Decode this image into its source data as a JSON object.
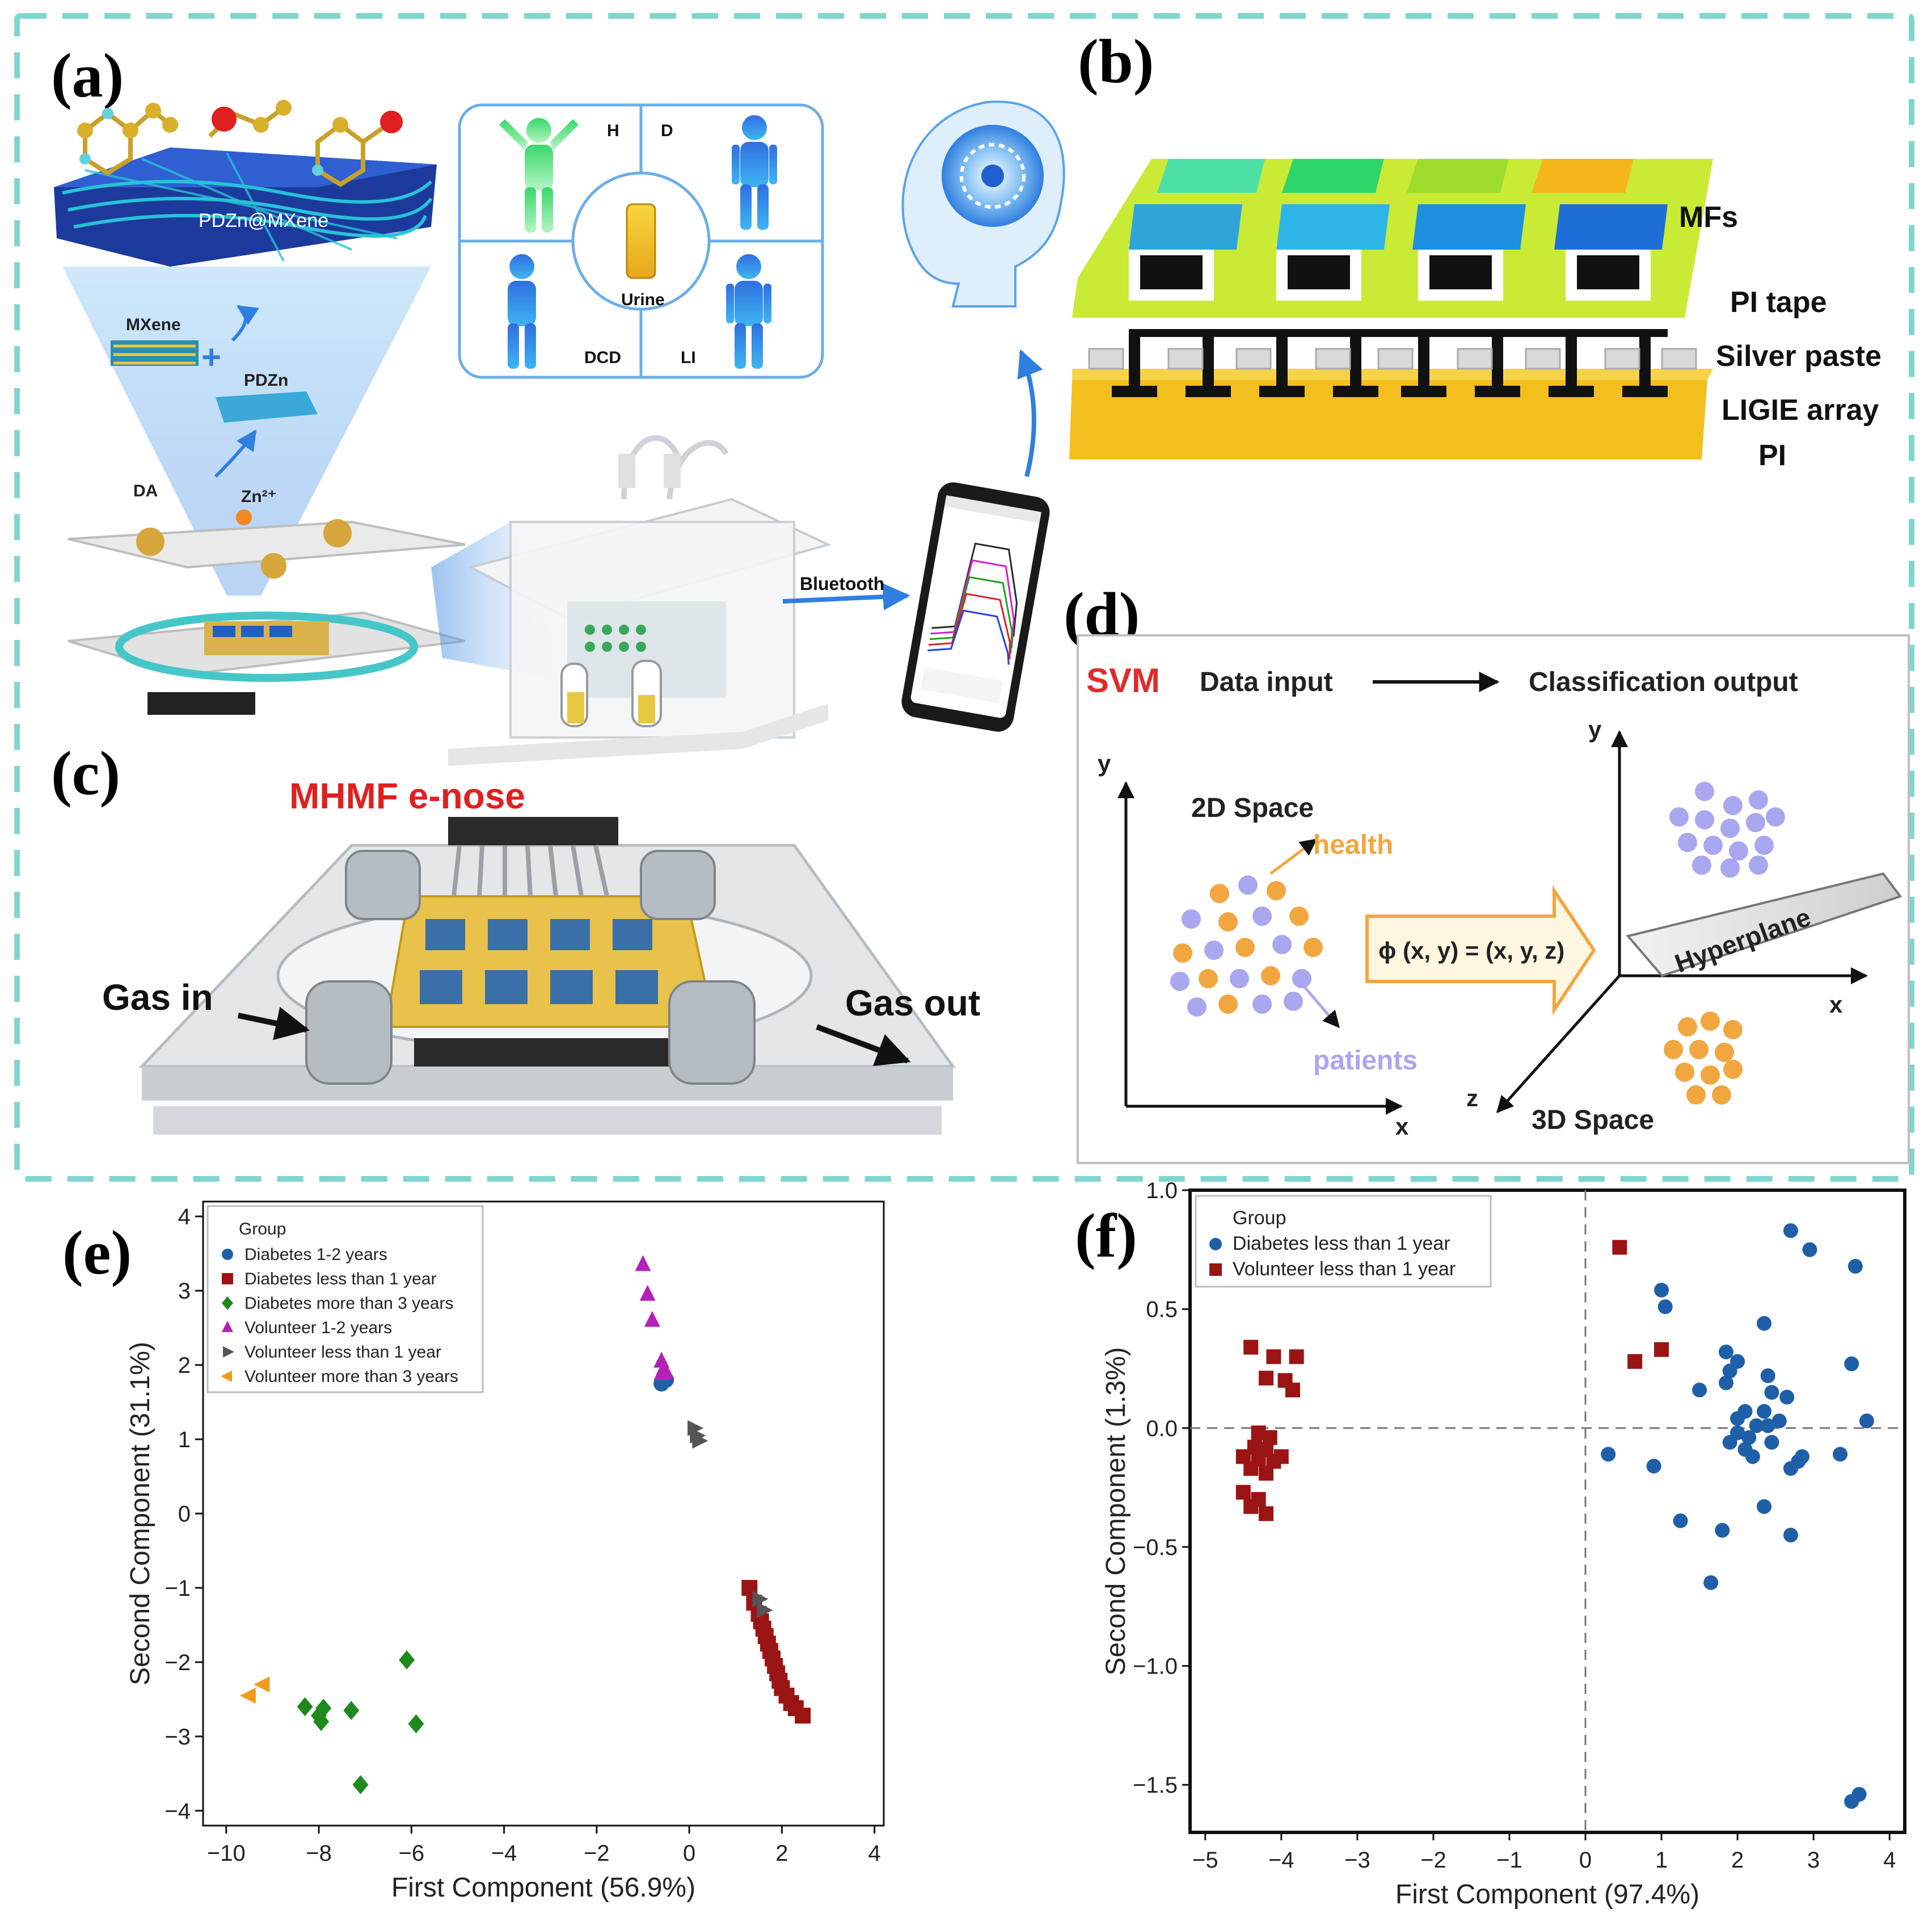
{
  "figure": {
    "panel_labels": {
      "a": "(a)",
      "b": "(b)",
      "c": "(c)",
      "d": "(d)",
      "e": "(e)",
      "f": "(f)"
    },
    "colors": {
      "dashed_border": "#7fd6cf",
      "diabetes_blue": "#1f5fa8",
      "volunteer_red": "#9b1414",
      "green": "#1e8a1e",
      "magenta": "#b321b8",
      "gray": "#555555",
      "orange": "#f29a1c",
      "svm_red": "#e02b2b",
      "health_orange": "#f2a640",
      "patient_purple": "#a9a7ef"
    }
  },
  "panel_a": {
    "material_label": "PDZn@MXene",
    "mxene": "MXene",
    "pdzn": "PDZn",
    "da": "DA",
    "zn": "Zn²⁺",
    "groups": [
      "H",
      "D",
      "DCD",
      "LI"
    ],
    "urine": "Urine",
    "bluetooth": "Bluetooth"
  },
  "panel_b": {
    "layers": [
      "MFs",
      "PI tape",
      "Silver paste",
      "LIGIE array",
      "PI"
    ]
  },
  "panel_c": {
    "title": "MHMF e-nose",
    "gas_in": "Gas in",
    "gas_out": "Gas out"
  },
  "panel_d": {
    "svm": "SVM",
    "data_input": "Data input",
    "classification_output": "Classification output",
    "space2d": "2D Space",
    "space3d": "3D Space",
    "health": "health",
    "patients": "patients",
    "mapping": "ϕ (x, y) = (x, y, z)",
    "hyperplane": "Hyperplane",
    "axis_x": "x",
    "axis_y": "y",
    "axis_z": "z"
  },
  "chart_data": [
    {
      "panel": "e",
      "type": "scatter",
      "xlabel": "First Component (56.9%)",
      "ylabel": "Second Component (31.1%)",
      "xlim": [
        -10.5,
        4.2
      ],
      "ylim": [
        -4.2,
        4.2
      ],
      "xticks": [
        -10,
        -8,
        -6,
        -4,
        -2,
        0,
        2,
        4
      ],
      "yticks": [
        -4,
        -3,
        -2,
        -1,
        0,
        1,
        2,
        3,
        4
      ],
      "legend_title": "Group",
      "legend_position": "top-left",
      "series": [
        {
          "name": "Diabetes 1-2 years",
          "marker": "circle",
          "color": "#1f5fa8",
          "points": [
            [
              -0.6,
              1.75
            ],
            [
              -0.5,
              1.8
            ]
          ]
        },
        {
          "name": "Diabetes less than 1 year",
          "marker": "square",
          "color": "#9b1414",
          "points": [
            [
              1.3,
              -1.0
            ],
            [
              1.4,
              -1.2
            ],
            [
              1.5,
              -1.35
            ],
            [
              1.55,
              -1.45
            ],
            [
              1.6,
              -1.55
            ],
            [
              1.65,
              -1.65
            ],
            [
              1.7,
              -1.75
            ],
            [
              1.75,
              -1.85
            ],
            [
              1.8,
              -1.95
            ],
            [
              1.85,
              -2.05
            ],
            [
              1.9,
              -2.15
            ],
            [
              1.95,
              -2.25
            ],
            [
              2.0,
              -2.35
            ],
            [
              2.1,
              -2.45
            ],
            [
              2.2,
              -2.55
            ],
            [
              2.3,
              -2.62
            ],
            [
              2.45,
              -2.72
            ]
          ]
        },
        {
          "name": "Diabetes more than 3 years",
          "marker": "diamond",
          "color": "#1e8a1e",
          "points": [
            [
              -6.1,
              -1.97
            ],
            [
              -8.3,
              -2.6
            ],
            [
              -7.9,
              -2.62
            ],
            [
              -7.3,
              -2.65
            ],
            [
              -8.0,
              -2.72
            ],
            [
              -7.95,
              -2.8
            ],
            [
              -5.9,
              -2.83
            ],
            [
              -7.1,
              -3.65
            ]
          ]
        },
        {
          "name": "Volunteer 1-2 years",
          "marker": "triangle-up",
          "color": "#b321b8",
          "points": [
            [
              -1.0,
              3.35
            ],
            [
              -0.9,
              2.95
            ],
            [
              -0.8,
              2.6
            ],
            [
              -0.6,
              2.05
            ],
            [
              -0.55,
              1.95
            ],
            [
              -0.6,
              1.88
            ],
            [
              -0.5,
              1.9
            ]
          ]
        },
        {
          "name": "Volunteer less than 1 year",
          "marker": "triangle-right",
          "color": "#555555",
          "points": [
            [
              0.1,
              1.15
            ],
            [
              0.15,
              1.05
            ],
            [
              0.2,
              0.98
            ],
            [
              1.5,
              -1.15
            ],
            [
              1.6,
              -1.3
            ]
          ]
        },
        {
          "name": "Volunteer more than 3 years",
          "marker": "triangle-left",
          "color": "#f29a1c",
          "points": [
            [
              -9.2,
              -2.3
            ],
            [
              -9.5,
              -2.45
            ]
          ]
        }
      ]
    },
    {
      "panel": "f",
      "type": "scatter",
      "xlabel": "First Component (97.4%)",
      "ylabel": "Second Component (1.3%)",
      "xlim": [
        -5.2,
        4.2
      ],
      "ylim": [
        -1.7,
        1.0
      ],
      "xticks": [
        -5,
        -4,
        -3,
        -2,
        -1,
        0,
        1,
        2,
        3,
        4
      ],
      "yticks": [
        1.0,
        0.5,
        0.0,
        -0.5,
        -1.0,
        -1.5
      ],
      "legend_title": "Group",
      "legend_position": "top-left",
      "reference_lines": {
        "x": 0,
        "y": 0
      },
      "series": [
        {
          "name": "Diabetes less than 1 year",
          "marker": "circle",
          "color": "#1f5fa8",
          "points": [
            [
              2.7,
              0.83
            ],
            [
              2.95,
              0.75
            ],
            [
              3.55,
              0.68
            ],
            [
              1.0,
              0.58
            ],
            [
              1.05,
              0.51
            ],
            [
              2.35,
              0.44
            ],
            [
              1.85,
              0.32
            ],
            [
              2.0,
              0.28
            ],
            [
              1.9,
              0.24
            ],
            [
              2.4,
              0.22
            ],
            [
              3.5,
              0.27
            ],
            [
              1.5,
              0.16
            ],
            [
              1.85,
              0.19
            ],
            [
              2.45,
              0.15
            ],
            [
              2.65,
              0.13
            ],
            [
              2.35,
              0.07
            ],
            [
              2.1,
              0.07
            ],
            [
              2.0,
              0.04
            ],
            [
              2.25,
              0.01
            ],
            [
              2.55,
              0.03
            ],
            [
              2.4,
              0.01
            ],
            [
              3.7,
              0.03
            ],
            [
              2.0,
              -0.02
            ],
            [
              2.15,
              -0.04
            ],
            [
              1.9,
              -0.06
            ],
            [
              2.45,
              -0.06
            ],
            [
              2.1,
              -0.09
            ],
            [
              2.2,
              -0.12
            ],
            [
              2.85,
              -0.12
            ],
            [
              2.8,
              -0.14
            ],
            [
              2.7,
              -0.17
            ],
            [
              3.35,
              -0.11
            ],
            [
              0.3,
              -0.11
            ],
            [
              0.9,
              -0.16
            ],
            [
              2.35,
              -0.33
            ],
            [
              1.25,
              -0.39
            ],
            [
              1.8,
              -0.43
            ],
            [
              2.7,
              -0.45
            ],
            [
              1.65,
              -0.65
            ],
            [
              3.5,
              -1.57
            ],
            [
              3.6,
              -1.54
            ]
          ]
        },
        {
          "name": "Volunteer less than 1 year",
          "marker": "square",
          "color": "#9b1414",
          "points": [
            [
              0.45,
              0.76
            ],
            [
              1.0,
              0.33
            ],
            [
              0.65,
              0.28
            ],
            [
              -4.4,
              0.34
            ],
            [
              -4.1,
              0.3
            ],
            [
              -3.8,
              0.3
            ],
            [
              -4.2,
              0.21
            ],
            [
              -3.95,
              0.2
            ],
            [
              -3.85,
              0.16
            ],
            [
              -4.3,
              -0.02
            ],
            [
              -4.15,
              -0.04
            ],
            [
              -4.35,
              -0.08
            ],
            [
              -4.2,
              -0.09
            ],
            [
              -4.5,
              -0.12
            ],
            [
              -4.0,
              -0.12
            ],
            [
              -4.3,
              -0.13
            ],
            [
              -4.1,
              -0.14
            ],
            [
              -4.4,
              -0.17
            ],
            [
              -4.2,
              -0.19
            ],
            [
              -4.5,
              -0.27
            ],
            [
              -4.3,
              -0.3
            ],
            [
              -4.4,
              -0.33
            ],
            [
              -4.2,
              -0.36
            ]
          ]
        }
      ]
    }
  ]
}
